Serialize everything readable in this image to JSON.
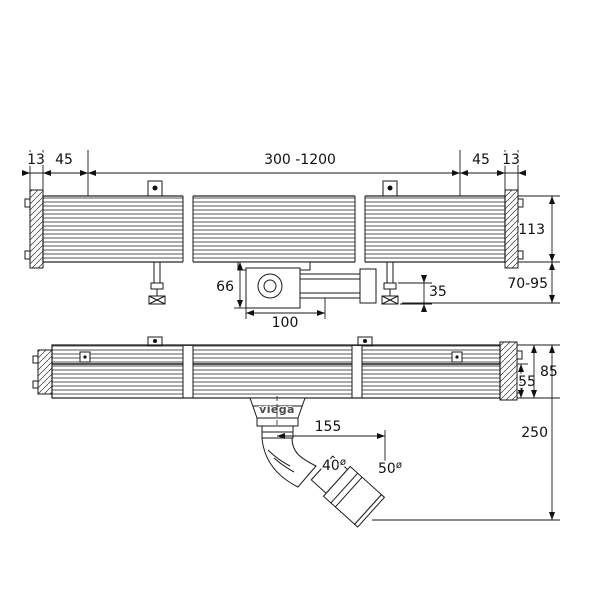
{
  "drawing": {
    "brand_label": "viega",
    "side_view": {
      "cap_left": "13",
      "inset_left": "45",
      "length_range": "300 -1200",
      "inset_right": "45",
      "cap_right": "13",
      "channel_height": "113",
      "foot_height_range": "70-95",
      "trap_depth": "66",
      "foot_adjust": "35",
      "trap_length": "100"
    },
    "front_view": {
      "grate_height": "55",
      "body_height": "85",
      "outlet_drop": "250",
      "outlet_offset": "155",
      "elbow_diameter": "40",
      "socket_diameter": "50",
      "diameter_symbol": "ø"
    }
  }
}
